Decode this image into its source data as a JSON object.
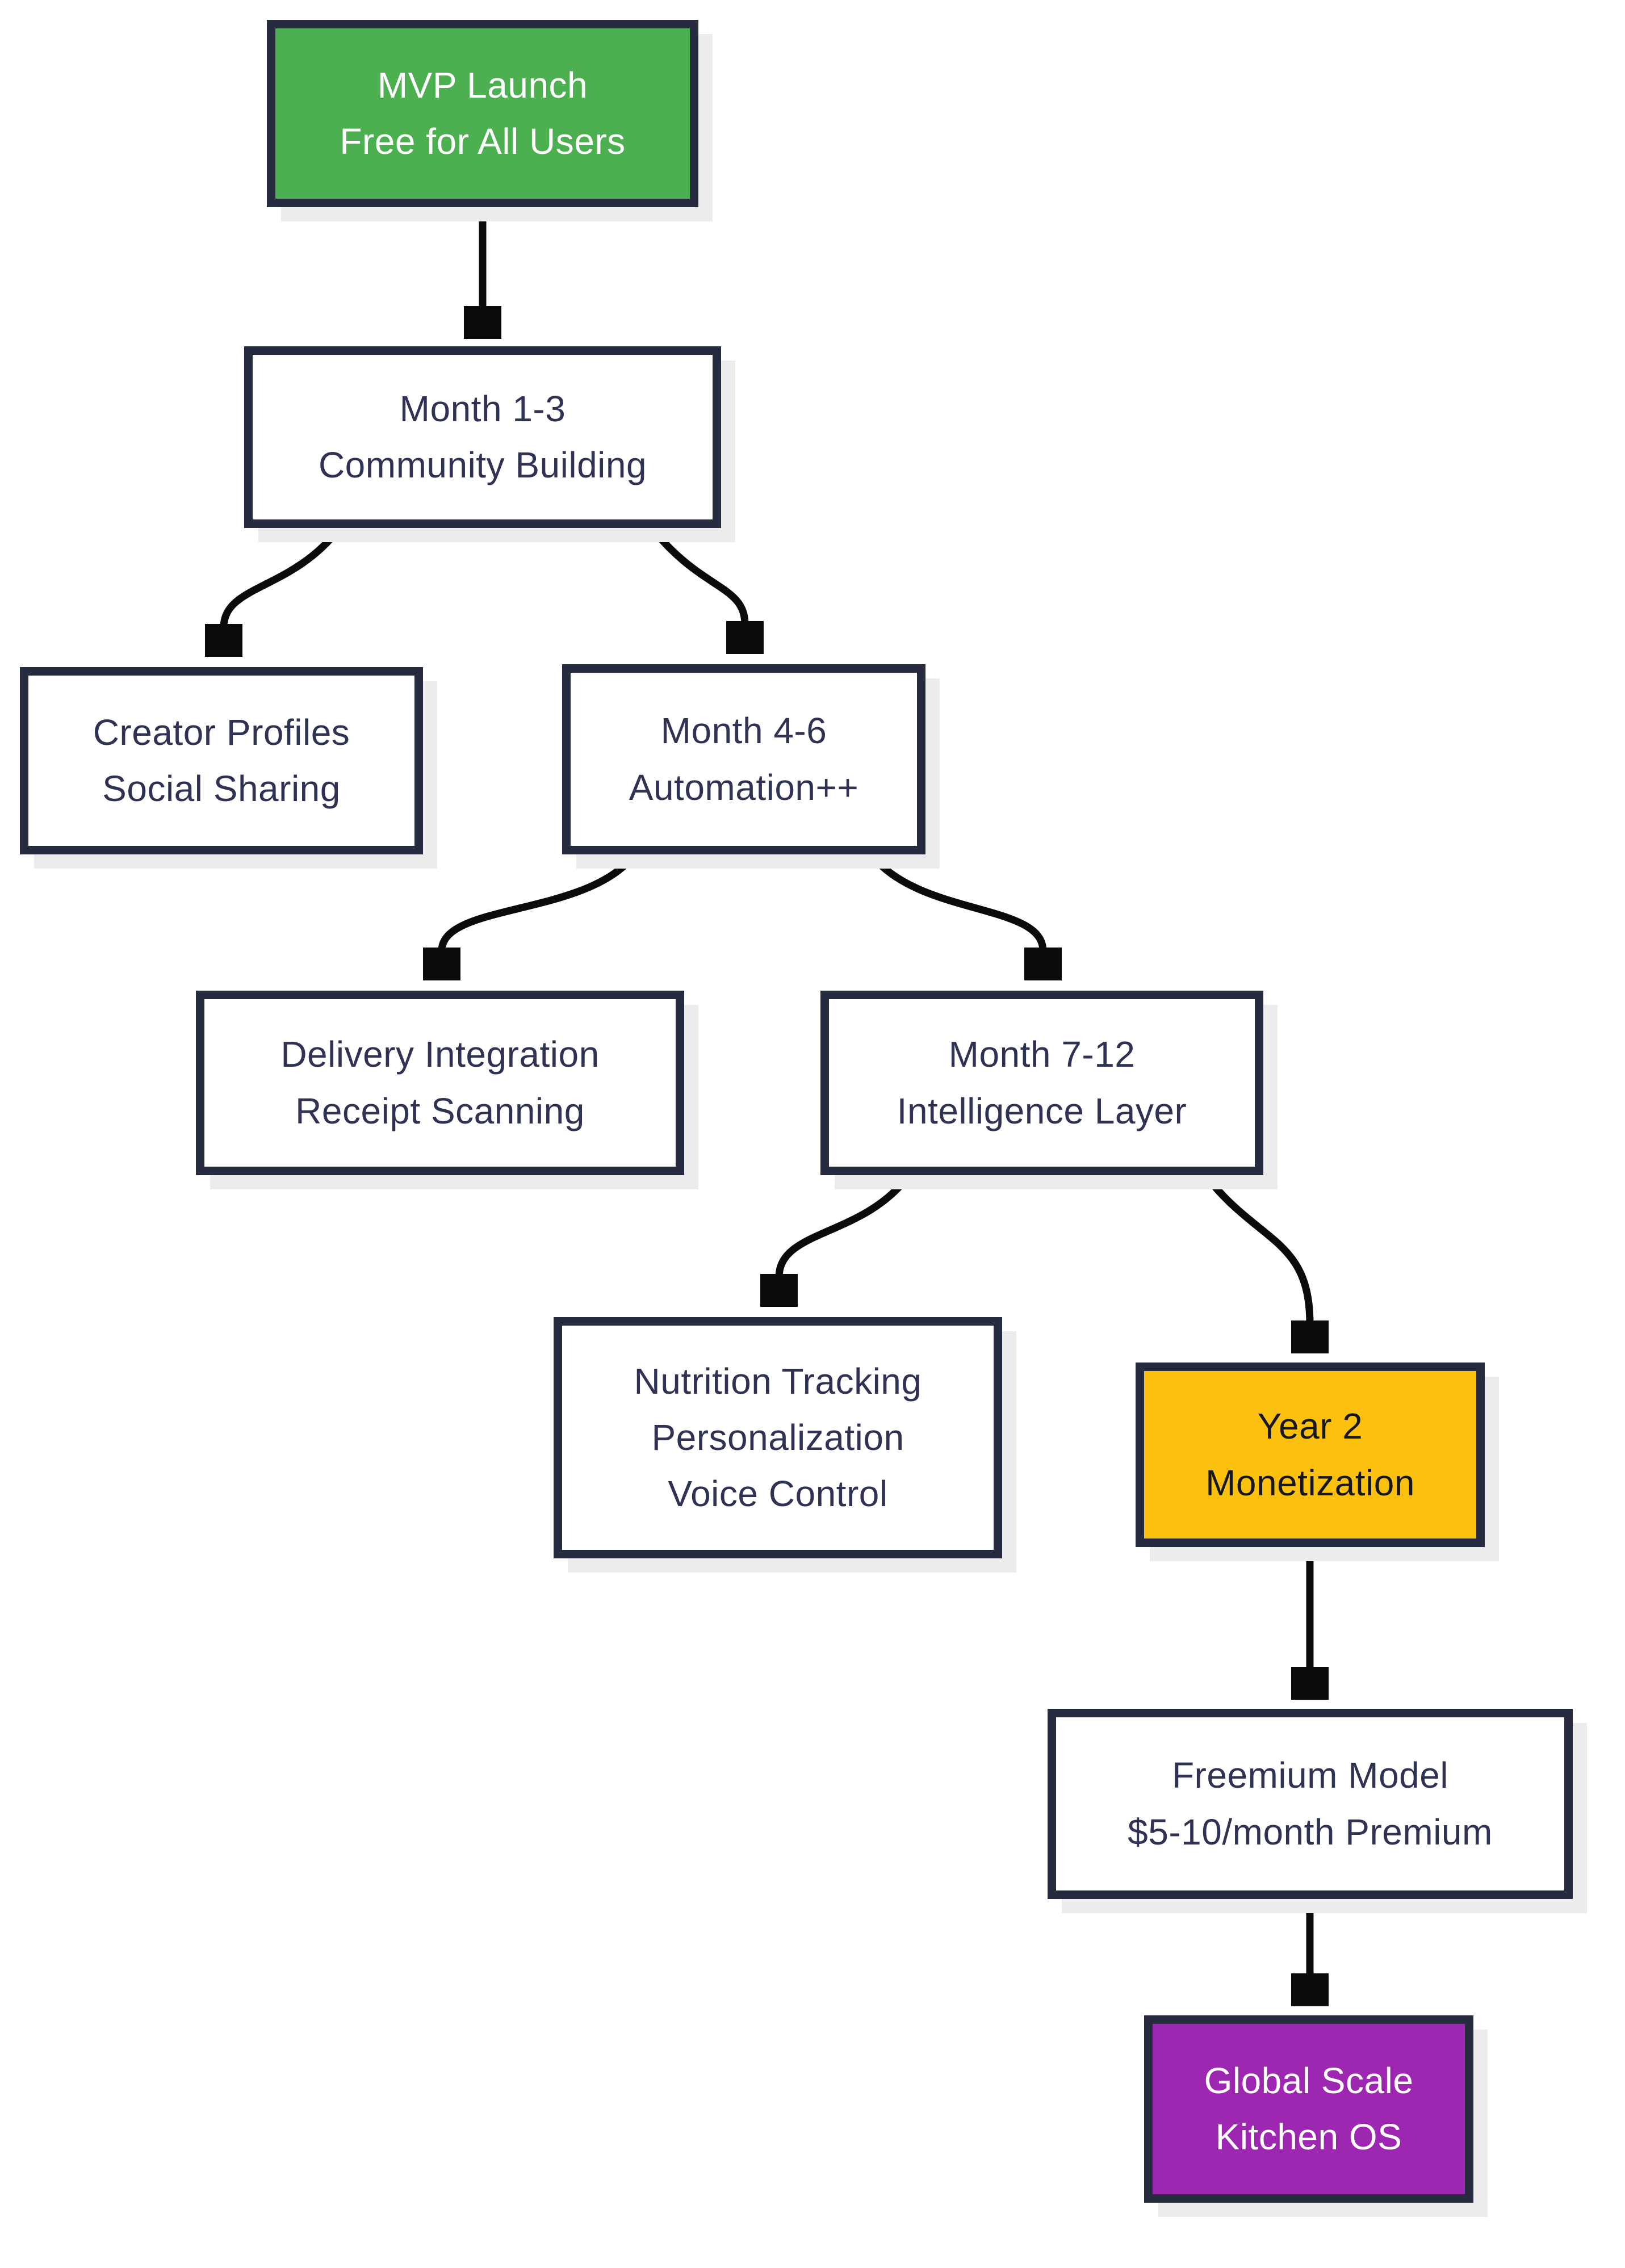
{
  "diagram": {
    "type": "flowchart",
    "nodes": [
      {
        "id": "mvp-launch",
        "variant": "green",
        "lines": [
          "MVP Launch",
          "Free for All Users"
        ]
      },
      {
        "id": "month-1-3",
        "variant": "plain",
        "lines": [
          "Month 1-3",
          "Community Building"
        ]
      },
      {
        "id": "creator-profiles",
        "variant": "plain",
        "lines": [
          "Creator Profiles",
          "Social Sharing"
        ]
      },
      {
        "id": "month-4-6",
        "variant": "plain",
        "lines": [
          "Month 4-6",
          "Automation++"
        ]
      },
      {
        "id": "delivery",
        "variant": "plain",
        "lines": [
          "Delivery Integration",
          "Receipt Scanning"
        ]
      },
      {
        "id": "month-7-12",
        "variant": "plain",
        "lines": [
          "Month 7-12",
          "Intelligence Layer"
        ]
      },
      {
        "id": "nutrition",
        "variant": "plain",
        "lines": [
          "Nutrition Tracking",
          "Personalization",
          "Voice Control"
        ]
      },
      {
        "id": "year-2",
        "variant": "amber",
        "lines": [
          "Year 2",
          "Monetization"
        ]
      },
      {
        "id": "freemium",
        "variant": "plain",
        "lines": [
          "Freemium Model",
          "$5-10/month Premium"
        ]
      },
      {
        "id": "global-scale",
        "variant": "purple",
        "lines": [
          "Global Scale",
          "Kitchen OS"
        ]
      }
    ],
    "edges": [
      {
        "from": "mvp-launch",
        "to": "month-1-3"
      },
      {
        "from": "month-1-3",
        "to": "creator-profiles"
      },
      {
        "from": "month-1-3",
        "to": "month-4-6"
      },
      {
        "from": "month-4-6",
        "to": "delivery"
      },
      {
        "from": "month-4-6",
        "to": "month-7-12"
      },
      {
        "from": "month-7-12",
        "to": "nutrition"
      },
      {
        "from": "month-7-12",
        "to": "year-2"
      },
      {
        "from": "year-2",
        "to": "freemium"
      },
      {
        "from": "freemium",
        "to": "global-scale"
      }
    ]
  },
  "theme": {
    "ink": "#272b3f",
    "text": "#2f3253",
    "green": "#4caf50",
    "amber": "#fcc10e",
    "purple": "#9d27b0",
    "shadow": "#ececec",
    "arrow": "#0b0b0b",
    "bg": "#ffffff"
  }
}
